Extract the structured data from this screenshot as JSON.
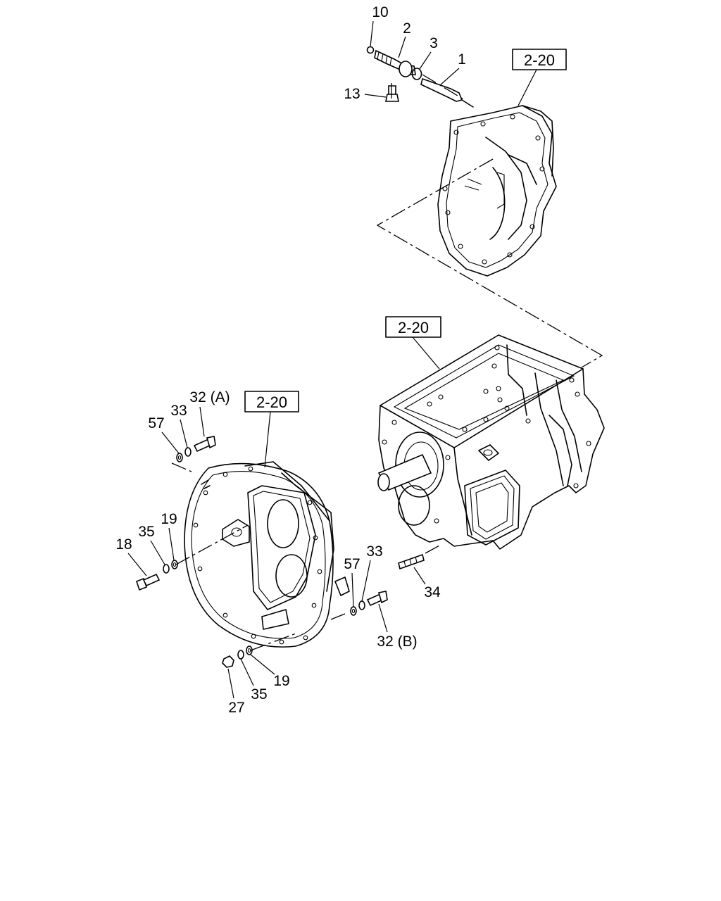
{
  "references": {
    "upper_housing": "2-20",
    "transmission_case": "2-20",
    "flywheel_housing": "2-20"
  },
  "callouts": {
    "p10": "10",
    "p2": "2",
    "p3": "3",
    "p1": "1",
    "p13": "13",
    "p32a": "32 (A)",
    "p33a": "33",
    "p57a": "57",
    "p19a": "19",
    "p35a": "35",
    "p18": "18",
    "p57b": "57",
    "p33b": "33",
    "p34": "34",
    "p32b": "32 (B)",
    "p19b": "19",
    "p35b": "35",
    "p27": "27"
  }
}
